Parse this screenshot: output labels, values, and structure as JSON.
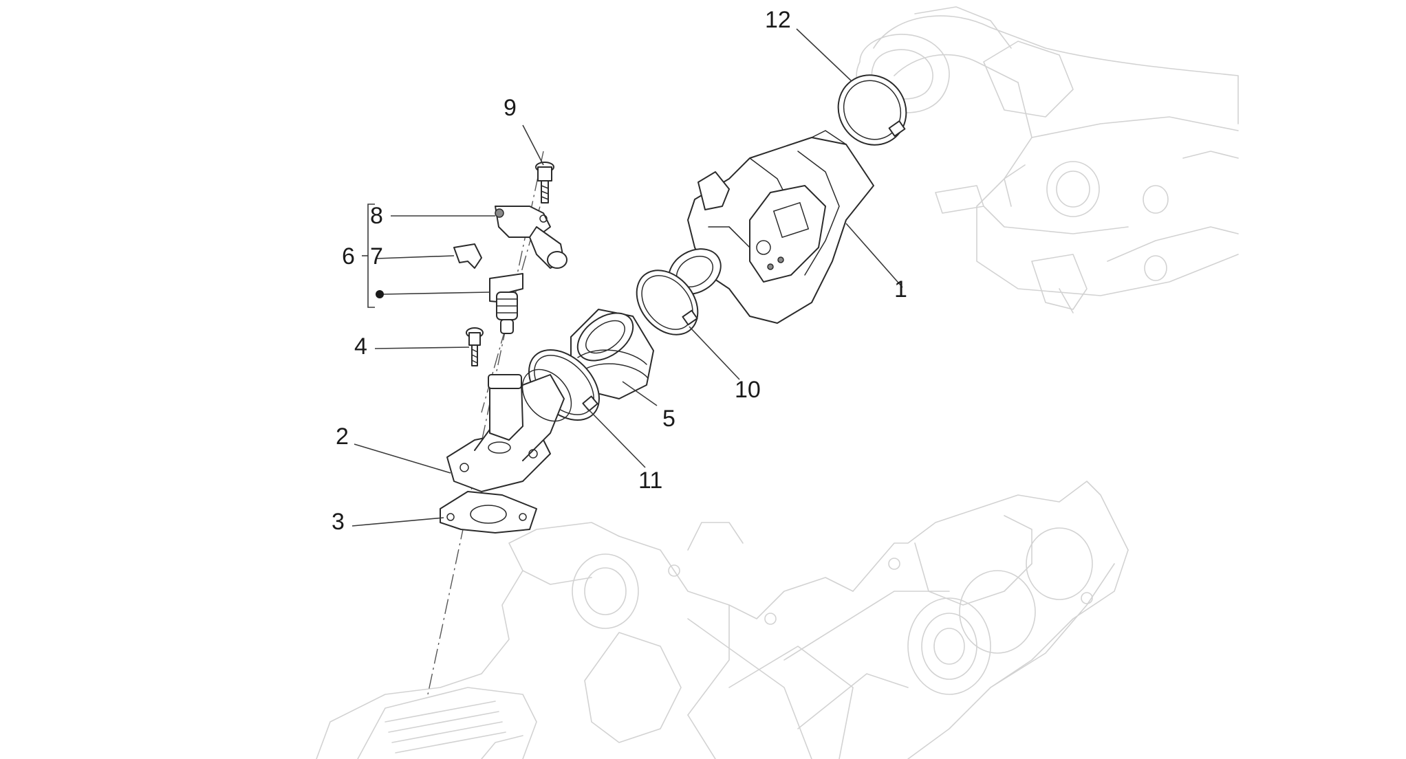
{
  "callouts": {
    "c1": "1",
    "c2": "2",
    "c3": "3",
    "c4": "4",
    "c5": "5",
    "c6": "6",
    "c7": "7",
    "c8": "8",
    "c9": "9",
    "c10": "10",
    "c11": "11",
    "c12": "12"
  },
  "colors": {
    "part_outline": "#2b2b2b",
    "background_parts": "#d2d2d2",
    "background": "#ffffff"
  }
}
